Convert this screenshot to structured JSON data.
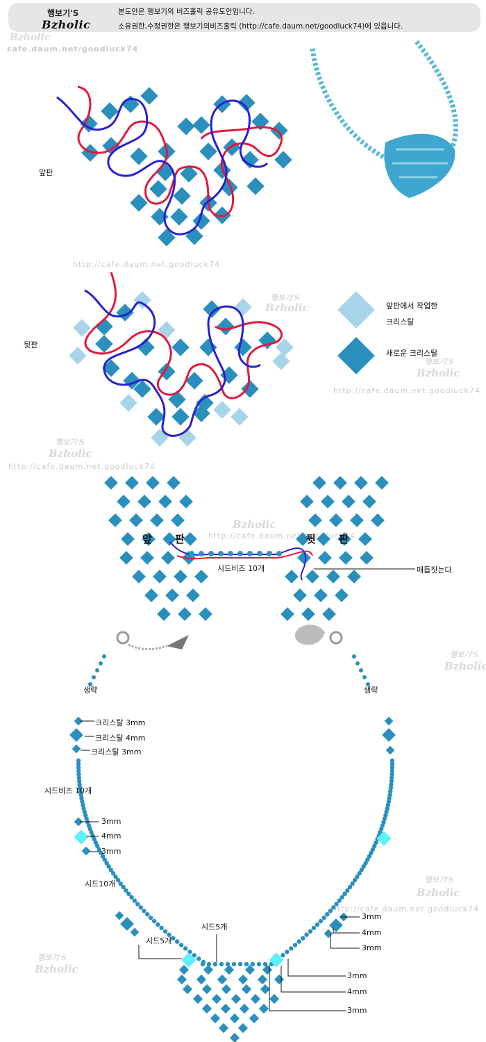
{
  "header": {
    "brand_small": "행보기'S",
    "brand_big": "Bzholic",
    "line1": "본도안은 행보기의 비즈홀릭 공유도안입니다.",
    "line2": "소유권한,수정권한은 행보기의비즈홀릭 (http://cafe.daum.net/goodluck74)에 있읍니다."
  },
  "watermarks": {
    "url_top": "cafe.daum.net/goodluck74",
    "url1": "http://cafe.daum.net.goodluck74",
    "url2": "http://cafe.daum.net.goodluck74",
    "url3": "http://cafe.daum.net.goodluck74",
    "url4": "http://cafe.daum.net.goodluck74",
    "url5": "http://cafe.daum.net.goodluck74",
    "brand_small": "행보기'S",
    "brand_big": "Bzholic"
  },
  "section1": {
    "front_label": "앞판",
    "back_label": "뒷판"
  },
  "legend": {
    "worked_label_1": "앞판에서 작업한",
    "worked_label_2": "크리스탈",
    "new_label": "새로운 크리스탈",
    "color_worked": "#a8d4ea",
    "color_new": "#2a8fbd"
  },
  "section2": {
    "front": "앞 판",
    "back": "뒷 판",
    "seed10": "시드비즈 10개",
    "knot": "매듭짓는다."
  },
  "necklace": {
    "omit_left": "생략",
    "omit_right": "생략",
    "crystal3_a": "크리스탈 3mm",
    "crystal4": "크리스탈 4mm",
    "crystal3_b": "크리스탈 3mm",
    "seed10": "시드비즈 10개",
    "l3a": "3mm",
    "l4": "4mm",
    "l3b": "3mm",
    "seed10b": "시드10개",
    "seed5a": "시드5개",
    "seed5b": "시드5개",
    "r3a": "3mm",
    "r4": "4mm",
    "r3b": "3mm",
    "b3a": "3mm",
    "b4": "4mm",
    "b3b": "3mm"
  },
  "colors": {
    "crystal": "#2a8fbd",
    "crystal_light": "#a8d4ea",
    "crystal_aqua": "#5ef0f8",
    "red_thread": "#e0193f",
    "blue_thread": "#2a1fd0"
  }
}
